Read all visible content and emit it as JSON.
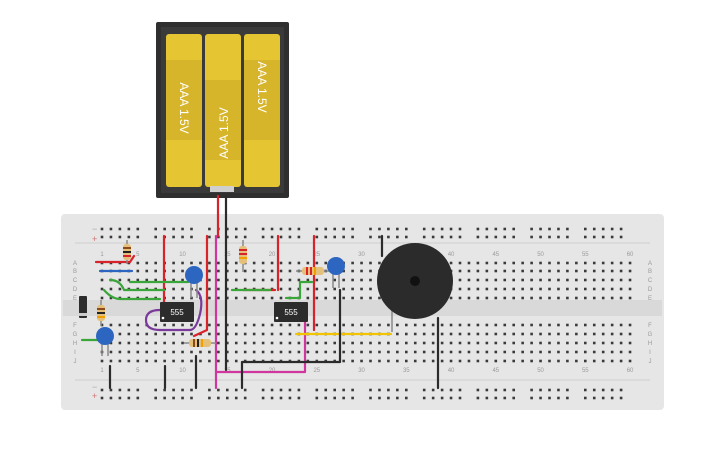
{
  "battery_pack": {
    "cells": [
      {
        "label": "AAA 1.5V",
        "orientation": "up"
      },
      {
        "label": "AAA 1.5V",
        "orientation": "down"
      },
      {
        "label": "AAA 1.5V",
        "orientation": "up"
      }
    ]
  },
  "breadboard": {
    "column_numbers_top": [
      "1",
      "5",
      "10",
      "15",
      "20",
      "25",
      "30",
      "35",
      "40",
      "45",
      "50",
      "55",
      "60"
    ],
    "column_numbers_bottom": [
      "1",
      "5",
      "10",
      "15",
      "20",
      "25",
      "30",
      "35",
      "40",
      "45",
      "50",
      "55",
      "60"
    ],
    "row_letters_top": [
      "A",
      "B",
      "C",
      "D",
      "E"
    ],
    "row_letters_bottom": [
      "F",
      "G",
      "H",
      "I",
      "J"
    ],
    "rail_minus": "−",
    "rail_plus": "+"
  },
  "chips": [
    {
      "label": "555"
    },
    {
      "label": "555"
    }
  ],
  "colors": {
    "board": "#e6e6e6",
    "hole": "#3a3a3a",
    "wire_red": "#d8232a",
    "wire_black": "#2b2b2b",
    "wire_green": "#3aa63a",
    "wire_purple": "#7a3a9a",
    "wire_pink": "#d0379e",
    "wire_yellow": "#f0c400",
    "capacitor": "#2d66c0",
    "chip": "#2c2c2c",
    "battery_body": "#e9c83a"
  }
}
